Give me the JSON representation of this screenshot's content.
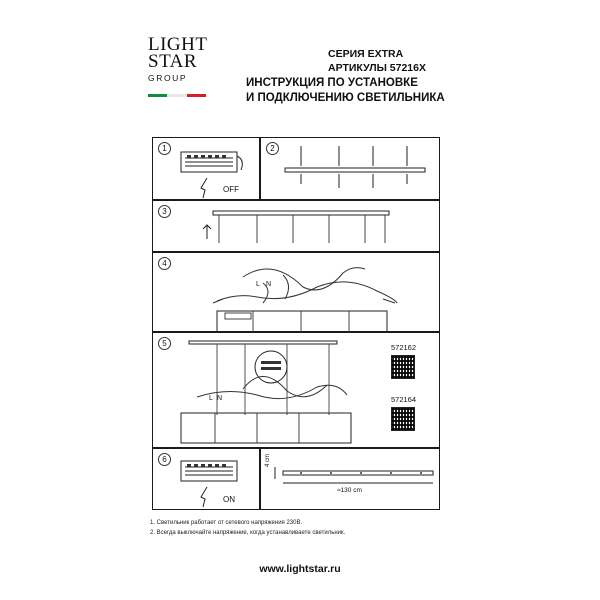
{
  "logo": {
    "line1": "LIGHT",
    "line2": "STAR",
    "line3": "GROUP",
    "flag_colors": [
      "#0a8f3c",
      "#ffffff",
      "#d21f2b"
    ]
  },
  "header": {
    "series": "СЕРИЯ EXTRA",
    "articles": "АРТИКУЛЫ 57216X",
    "title_line1": "ИНСТРУКЦИЯ ПО УСТАНОВКЕ",
    "title_line2": "И ПОДКЛЮЧЕНИЮ СВЕТИЛЬНИКА"
  },
  "steps": {
    "s1": {
      "num": "1",
      "label": "OFF"
    },
    "s2": {
      "num": "2"
    },
    "s3": {
      "num": "3"
    },
    "s4": {
      "num": "4",
      "wire_l": "L",
      "wire_n": "N"
    },
    "s5": {
      "num": "5",
      "wire_l": "L",
      "wire_n": "N",
      "code1": "572162",
      "code2": "572164"
    },
    "s6": {
      "num": "6",
      "label": "ON",
      "dim_height": "4 cm",
      "dim_length": "≈130 cm"
    }
  },
  "notes": [
    "1. Светильник работает от сетевого напряжения 230В.",
    "2. Всегда выключайте напряжение, когда устанавливаете светильник."
  ],
  "footer": "www.lightstar.ru"
}
